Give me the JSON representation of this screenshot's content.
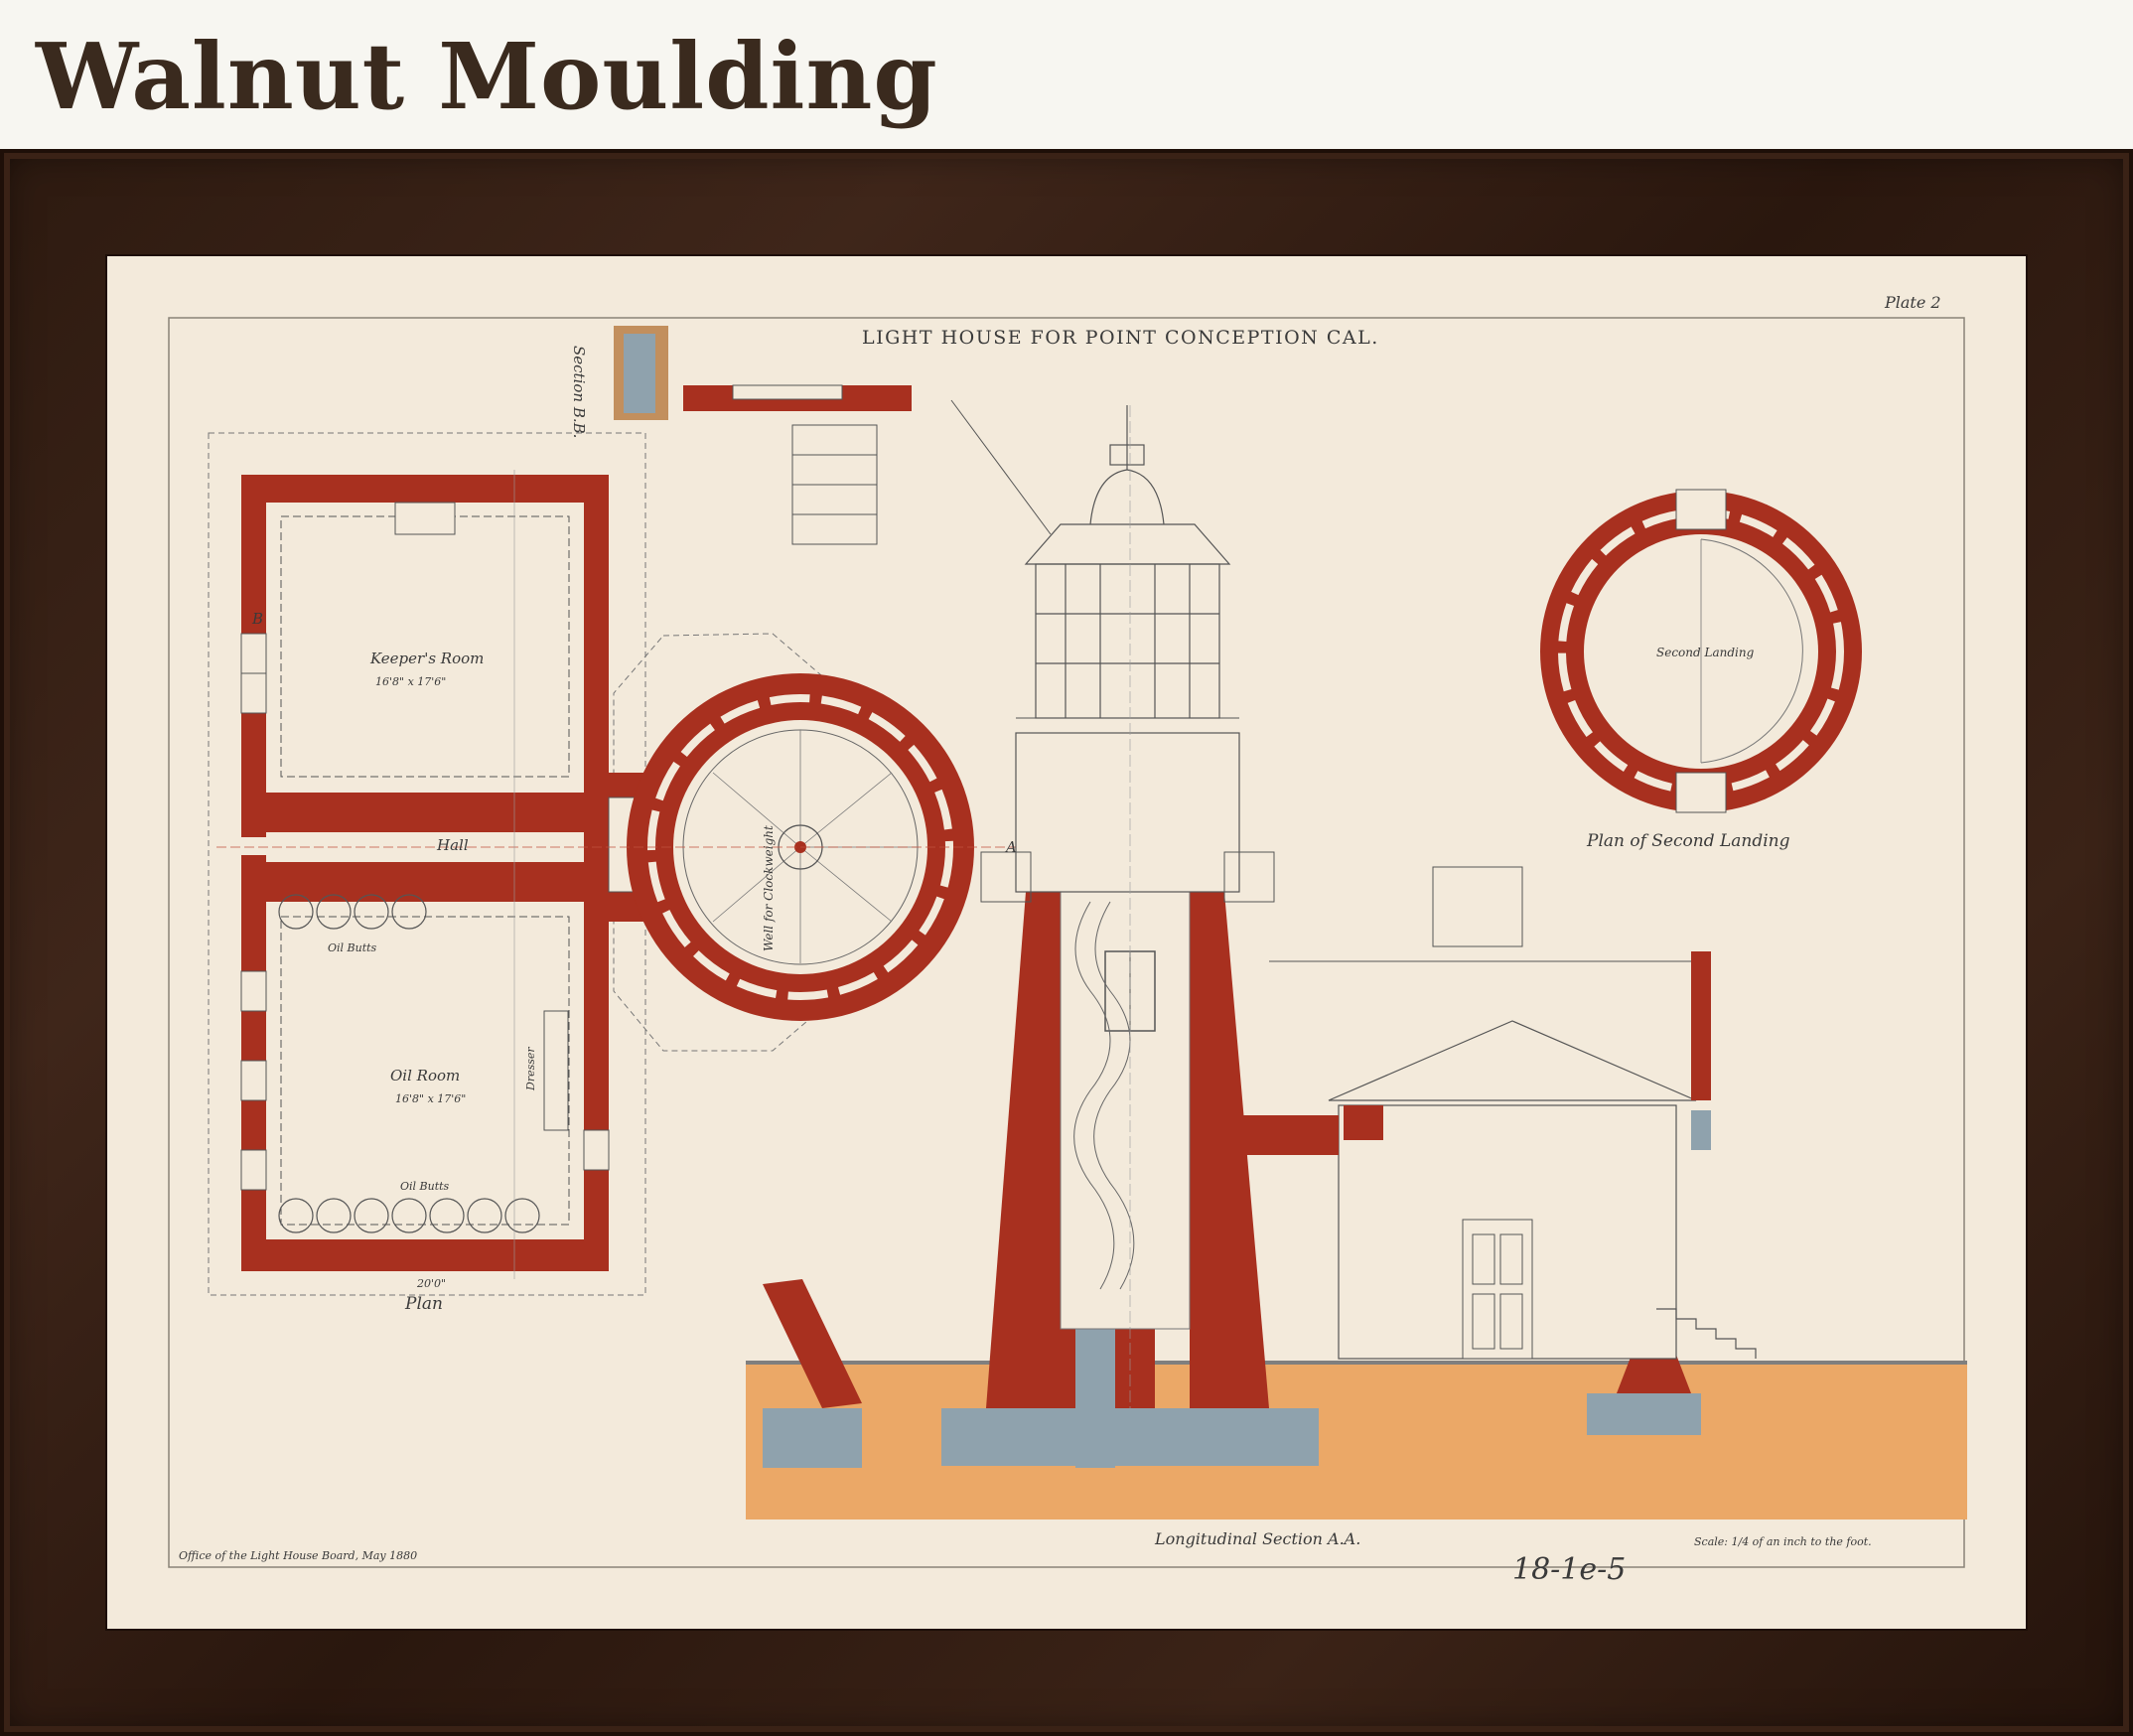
{
  "header": {
    "title": "Walnut Moulding"
  },
  "print": {
    "title": "LIGHT HOUSE FOR POINT CONCEPTION CAL.",
    "plate": "Plate 2",
    "labels": {
      "section_bb": "Section B.B.",
      "keepers_room": "Keeper's Room",
      "keepers_room_dim": "16'8\" x 17'6\"",
      "hall": "Hall",
      "oil_butts_upper": "Oil Butts",
      "oil_room": "Oil Room",
      "oil_room_dim": "16'8\" x 17'6\"",
      "oil_butts_lower": "Oil Butts",
      "dresser": "Dresser",
      "plan": "Plan",
      "plan_width": "20'0\"",
      "well_clockweight": "Well for Clockweight",
      "a_mark": "A",
      "b_mark": "B",
      "second_landing": "Second Landing",
      "plan_second_landing": "Plan of Second Landing",
      "longitudinal_section": "Longitudinal Section A.A.",
      "office": "Office of the Light House Board, May 1880",
      "scale": "Scale: 1/4 of an inch to the foot.",
      "handwritten": "18-1e-5"
    },
    "colors": {
      "brick": "#a8301f",
      "stone": "#8fa2ad",
      "earth": "#eba867",
      "paper": "#f3eadb",
      "ink": "#3a3a3a",
      "frame": "#3a2216"
    }
  }
}
